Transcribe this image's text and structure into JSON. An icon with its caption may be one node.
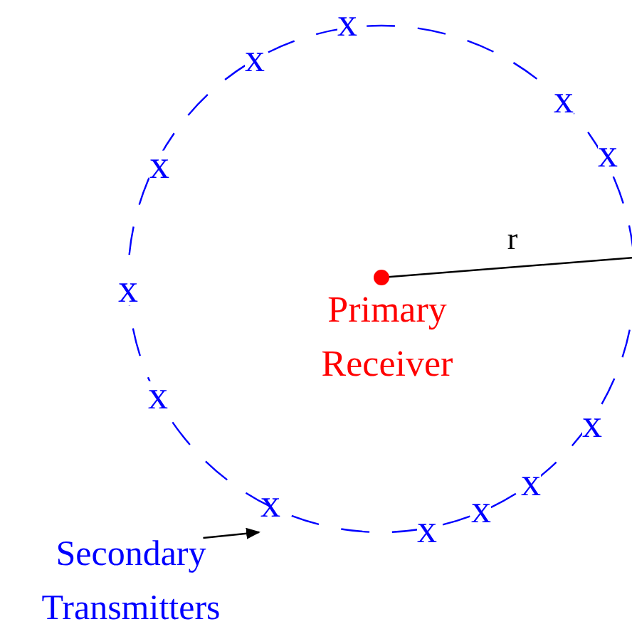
{
  "diagram": {
    "nodes": [
      {
        "text": [
          "Primary Receiver"
        ]
      },
      {
        "text": [
          "x"
        ]
      },
      {
        "text": [
          "Secondary Transmitters"
        ]
      }
    ],
    "edges": [
      {
        "from": 2,
        "to": 1,
        "arrow": "to"
      }
    ],
    "labels": [
      "x",
      "x",
      "x",
      "x",
      "x",
      "x",
      "r",
      "x",
      "x",
      "x",
      "x",
      "x"
    ]
  }
}
